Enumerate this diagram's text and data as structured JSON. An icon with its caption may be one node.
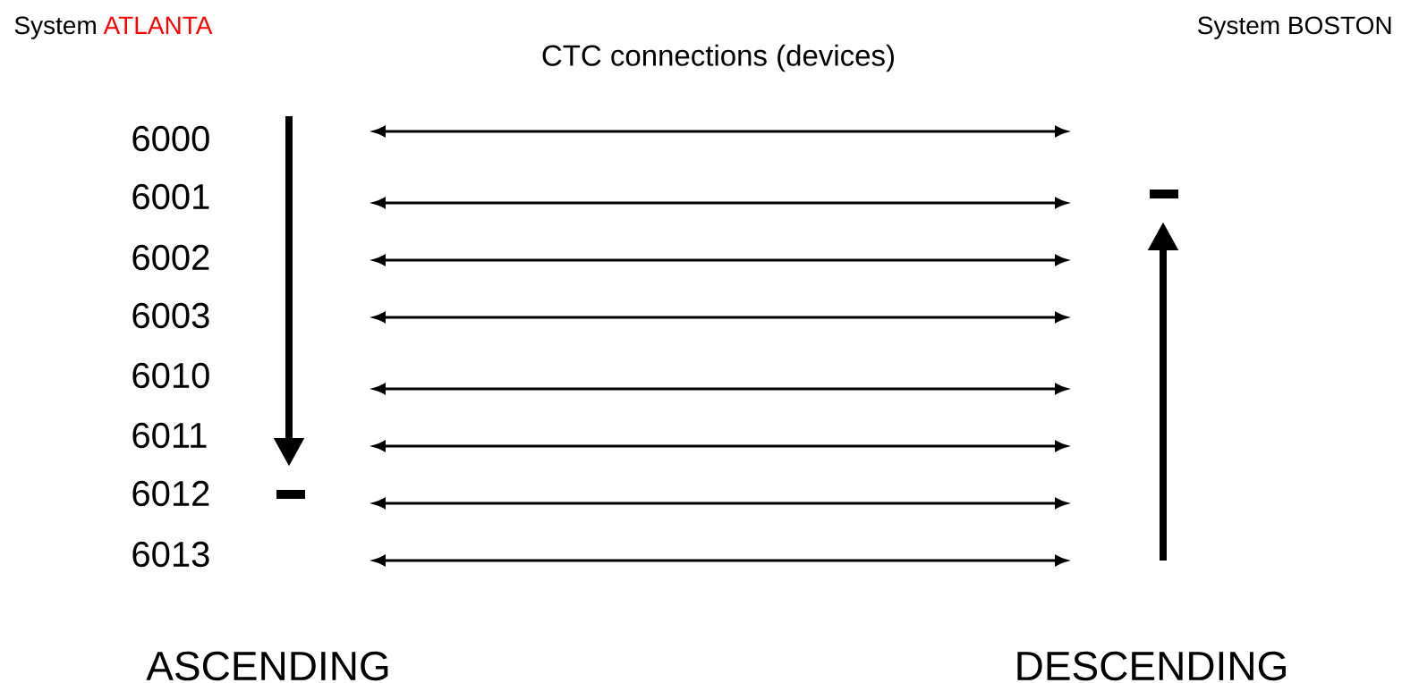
{
  "diagram": {
    "labels": [
      "System",
      "ATLANTA",
      "CTC connections (devices)",
      "System BOSTON",
      "6000",
      "6001",
      "6002",
      "6003",
      "6010",
      "6011",
      "6012",
      "6013",
      "ASCENDING",
      "DESCENDING"
    ]
  }
}
